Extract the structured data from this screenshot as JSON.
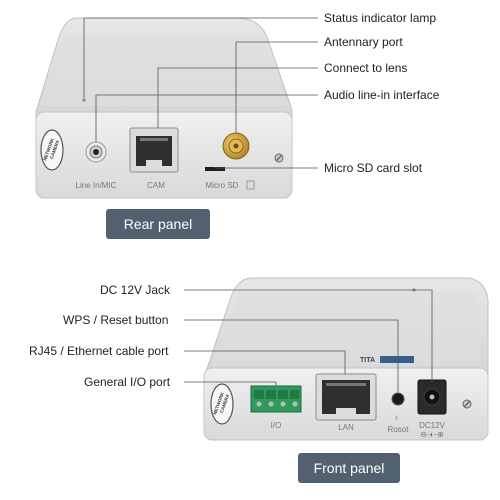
{
  "rear_panel": {
    "tag": "Rear panel",
    "callouts": [
      "Status indicator lamp",
      "Antennary port",
      "Connect to lens",
      "Audio line-in interface",
      "Micro SD card slot"
    ],
    "port_labels": [
      "Line In/MIC",
      "CAM",
      "Micro SD"
    ],
    "logo_lines": [
      "NETWORK",
      "CAMERA"
    ]
  },
  "front_panel": {
    "tag": "Front panel",
    "callouts": [
      "DC 12V Jack",
      "WPS / Reset button",
      "RJ45 / Ethernet cable port",
      "General I/O port"
    ],
    "port_labels": [
      "I/O",
      "LAN",
      "Rosot",
      "DC12V"
    ],
    "logo_lines": [
      "NETWORK",
      "CAMERA"
    ],
    "brand": "TITA"
  }
}
